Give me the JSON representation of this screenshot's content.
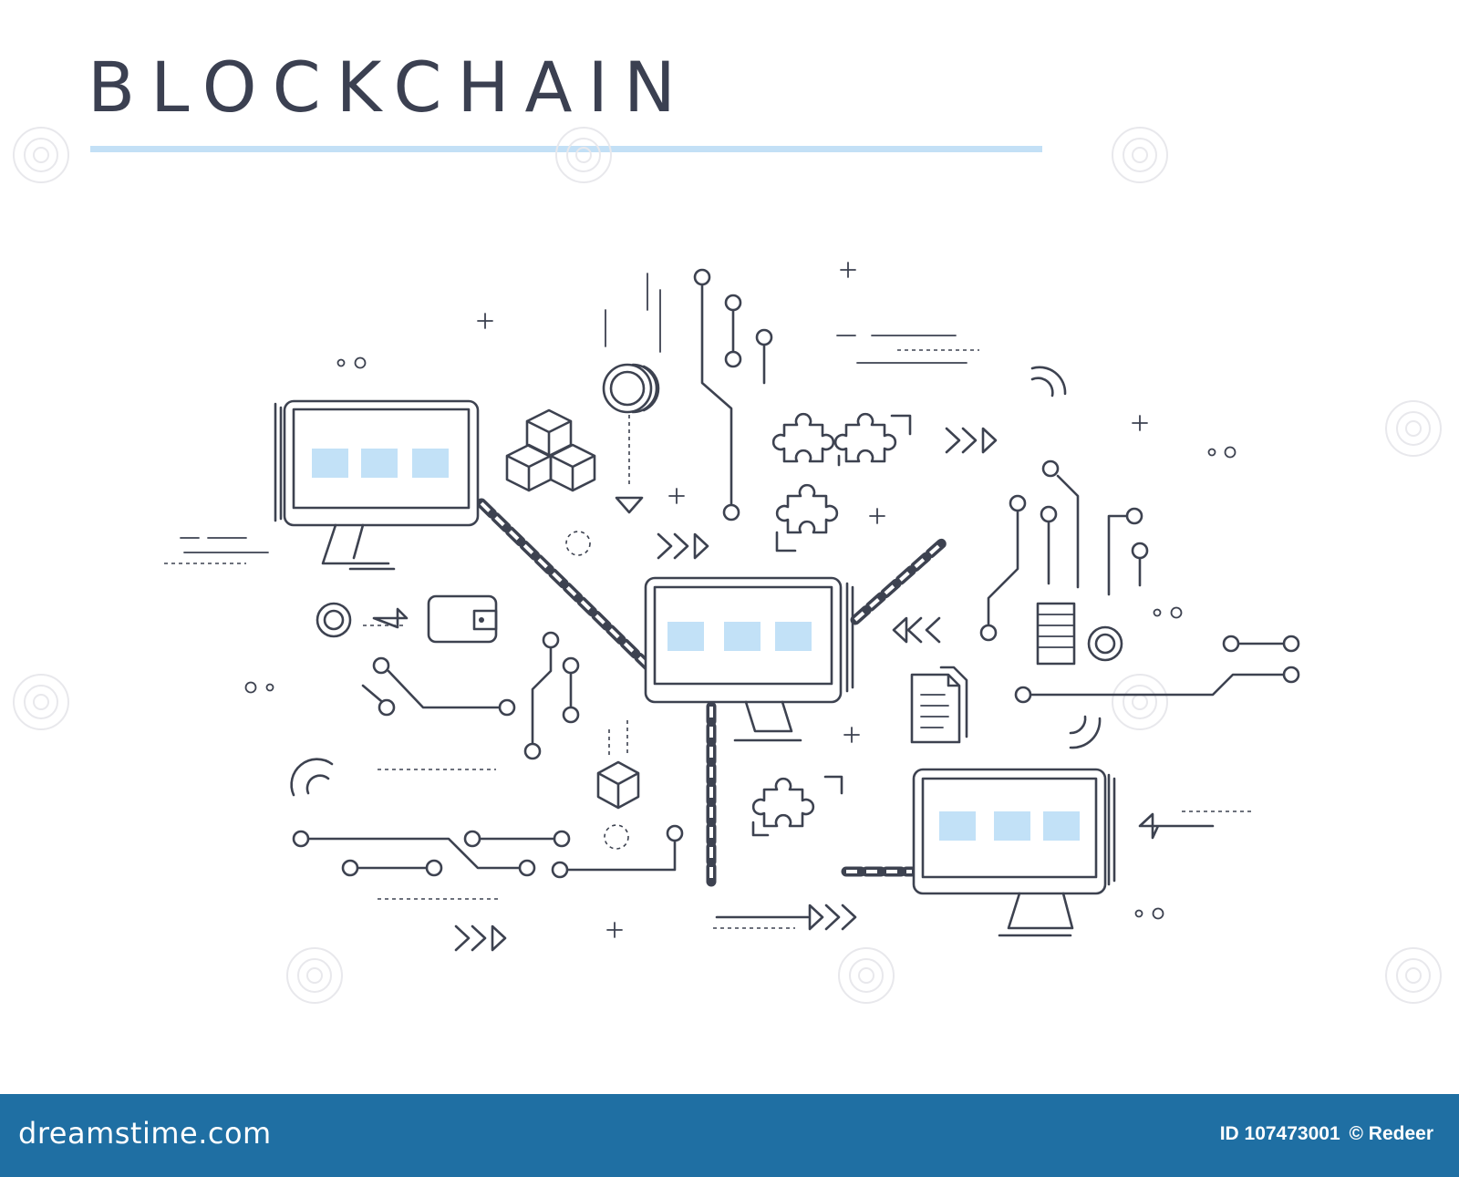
{
  "title": "BLOCKCHAIN",
  "colors": {
    "line": "#3d4250",
    "title": "#3b4051",
    "accent": "#c3e0f6",
    "footer": "#1f6fa3"
  },
  "footer": {
    "logo": "dreamstime.com",
    "id_label": "ID 107473001",
    "credit": "© Redeer"
  },
  "icons": [
    "monitor-icon",
    "chain-icon",
    "puzzle-icon",
    "cubes-icon",
    "coin-icon",
    "wallet-icon",
    "document-icon",
    "server-icon",
    "wifi-icon",
    "arrow-icon",
    "circuit-icon"
  ]
}
